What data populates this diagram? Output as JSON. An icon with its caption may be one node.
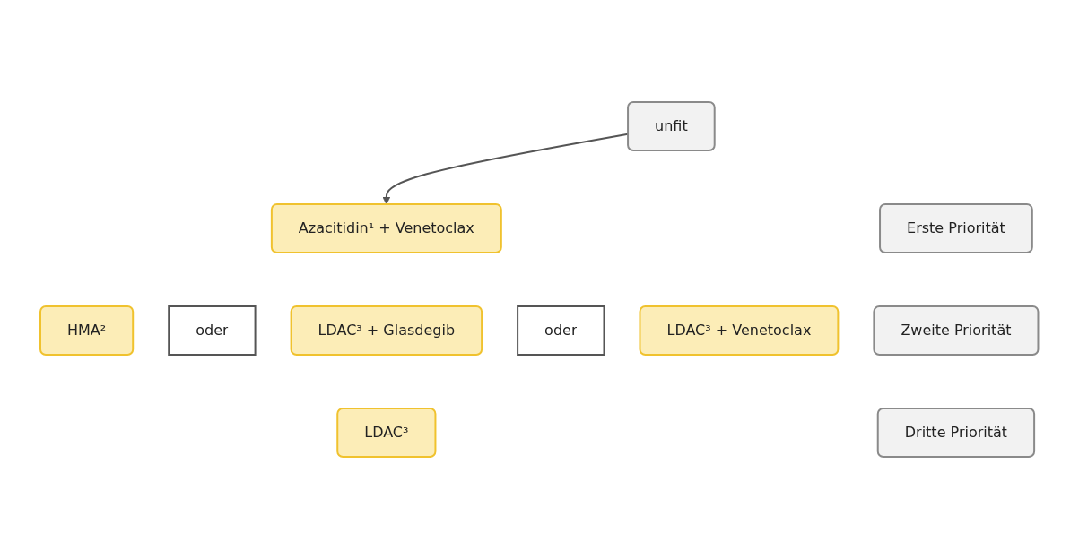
{
  "diagram": {
    "nodes": [
      {
        "text": [
          "unfit"
        ]
      },
      {
        "text": [
          "Erste Priorität"
        ]
      },
      {
        "text": [
          "Azacitidin¹ + Venetoclax"
        ]
      },
      {
        "text": [
          "Zweite Priorität"
        ]
      },
      {
        "text": [
          "HMA²"
        ]
      },
      {
        "text": [
          "oder"
        ]
      },
      {
        "text": [
          "LDAC³ + Glasdegib"
        ]
      },
      {
        "text": [
          "oder"
        ]
      },
      {
        "text": [
          "LDAC³ + Venetoclax"
        ]
      },
      {
        "text": [
          "Dritte Priorität"
        ]
      },
      {
        "text": [
          "LDAC³"
        ]
      }
    ],
    "edges": [
      {
        "from": 0,
        "to": 2,
        "arrow": "to"
      }
    ]
  }
}
